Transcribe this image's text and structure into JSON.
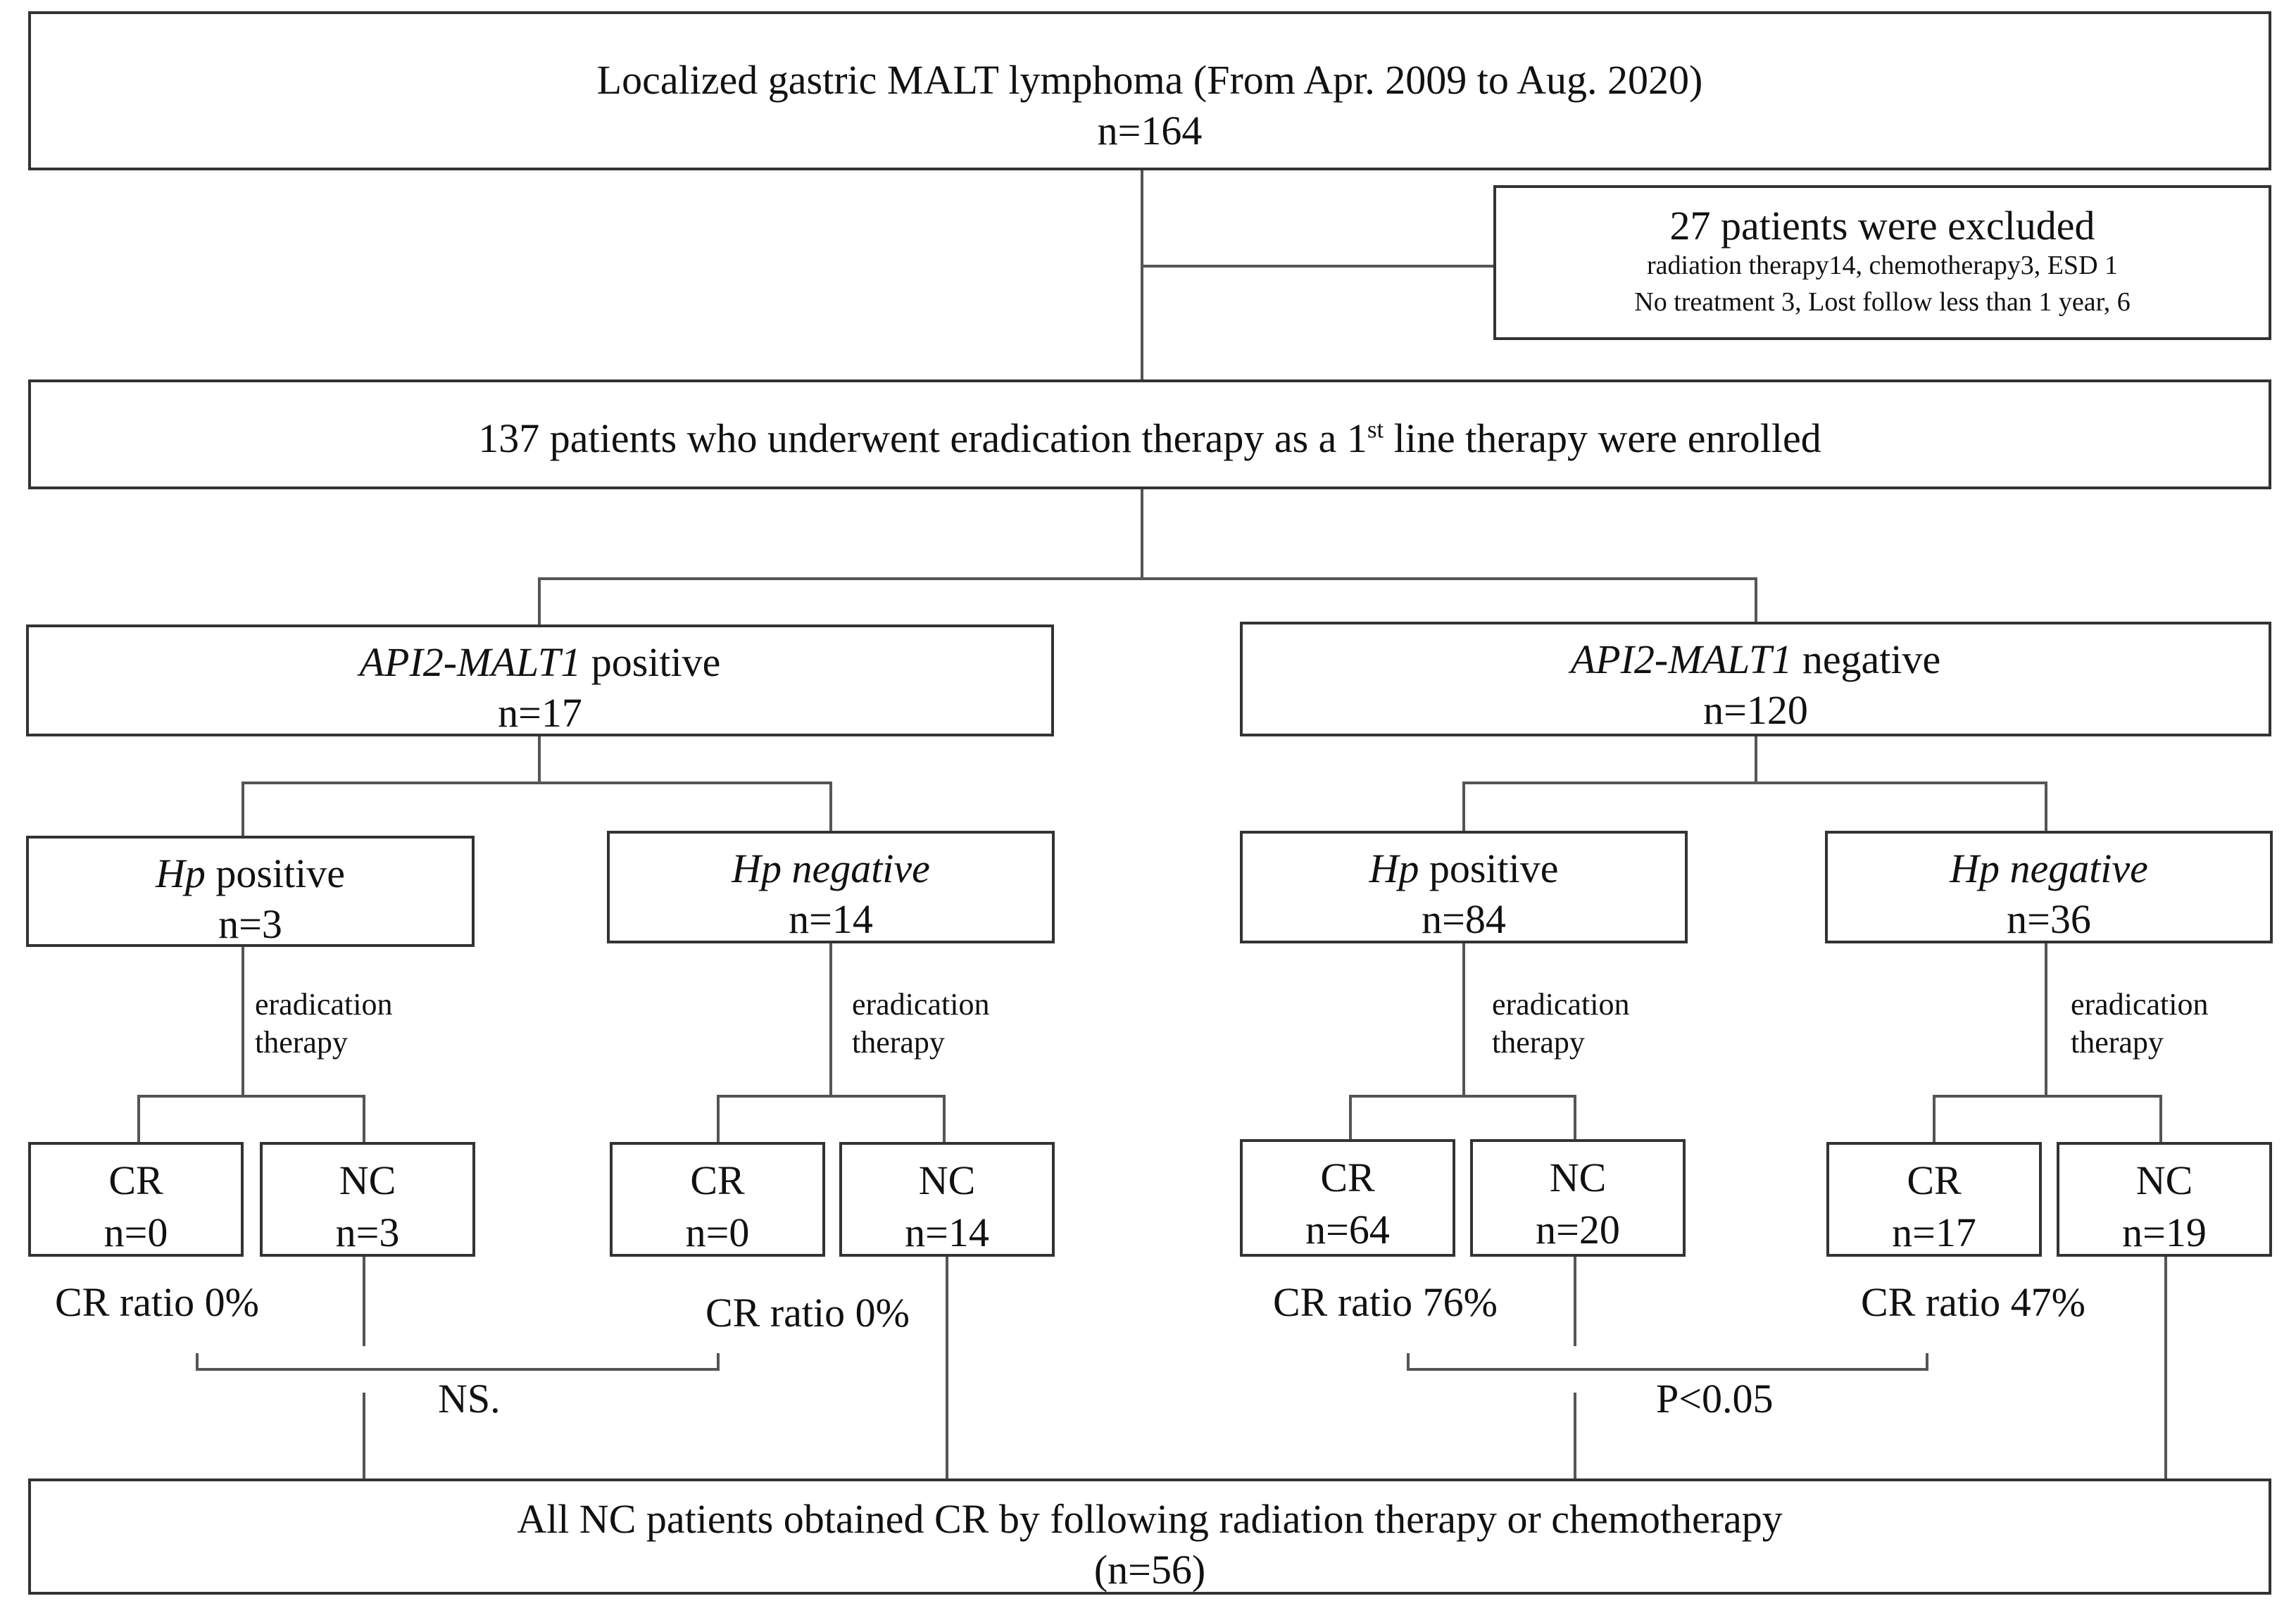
{
  "top": {
    "title": "Localized gastric MALT lymphoma (From Apr. 2009 to Aug. 2020)",
    "n": "n=164"
  },
  "excluded": {
    "title": "27 patients were excluded",
    "line1": "radiation therapy14, chemotherapy3, ESD 1",
    "line2": "No treatment 3, Lost follow less than 1 year, 6"
  },
  "enrolled": {
    "prefix": "137 patients who underwent eradication therapy as a 1",
    "sup": "st",
    "suffix": " line therapy were enrolled"
  },
  "api_pos": {
    "gene": "API2-MALT1",
    "label": " positive",
    "n": "n=17"
  },
  "api_neg": {
    "gene": "API2-MALT1",
    "label": " negative",
    "n": "n=120"
  },
  "hp_boxes": [
    {
      "hp": "Hp",
      "status": " positive",
      "n": "n=3"
    },
    {
      "hp": "Hp",
      "status": " negative",
      "n": "n=14"
    },
    {
      "hp": "Hp",
      "status": " positive",
      "n": "n=84"
    },
    {
      "hp": "Hp",
      "status": " negative",
      "n": "n=36"
    }
  ],
  "eradication": {
    "line1": "eradication",
    "line2": "therapy"
  },
  "outcomes": [
    {
      "label": "CR",
      "n": "n=0"
    },
    {
      "label": "NC",
      "n": "n=3"
    },
    {
      "label": "CR",
      "n": "n=0"
    },
    {
      "label": "NC",
      "n": "n=14"
    },
    {
      "label": "CR",
      "n": "n=64"
    },
    {
      "label": "NC",
      "n": "n=20"
    },
    {
      "label": "CR",
      "n": "n=17"
    },
    {
      "label": "NC",
      "n": "n=19"
    }
  ],
  "cr_ratios": [
    "CR ratio 0%",
    "CR ratio 0%",
    "CR ratio 76%",
    "CR ratio 47%"
  ],
  "stats": {
    "left": "NS.",
    "right": "P<0.05"
  },
  "final": {
    "line1": "All NC patients obtained CR by following radiation therapy or chemotherapy",
    "line2": "(n=56)"
  }
}
